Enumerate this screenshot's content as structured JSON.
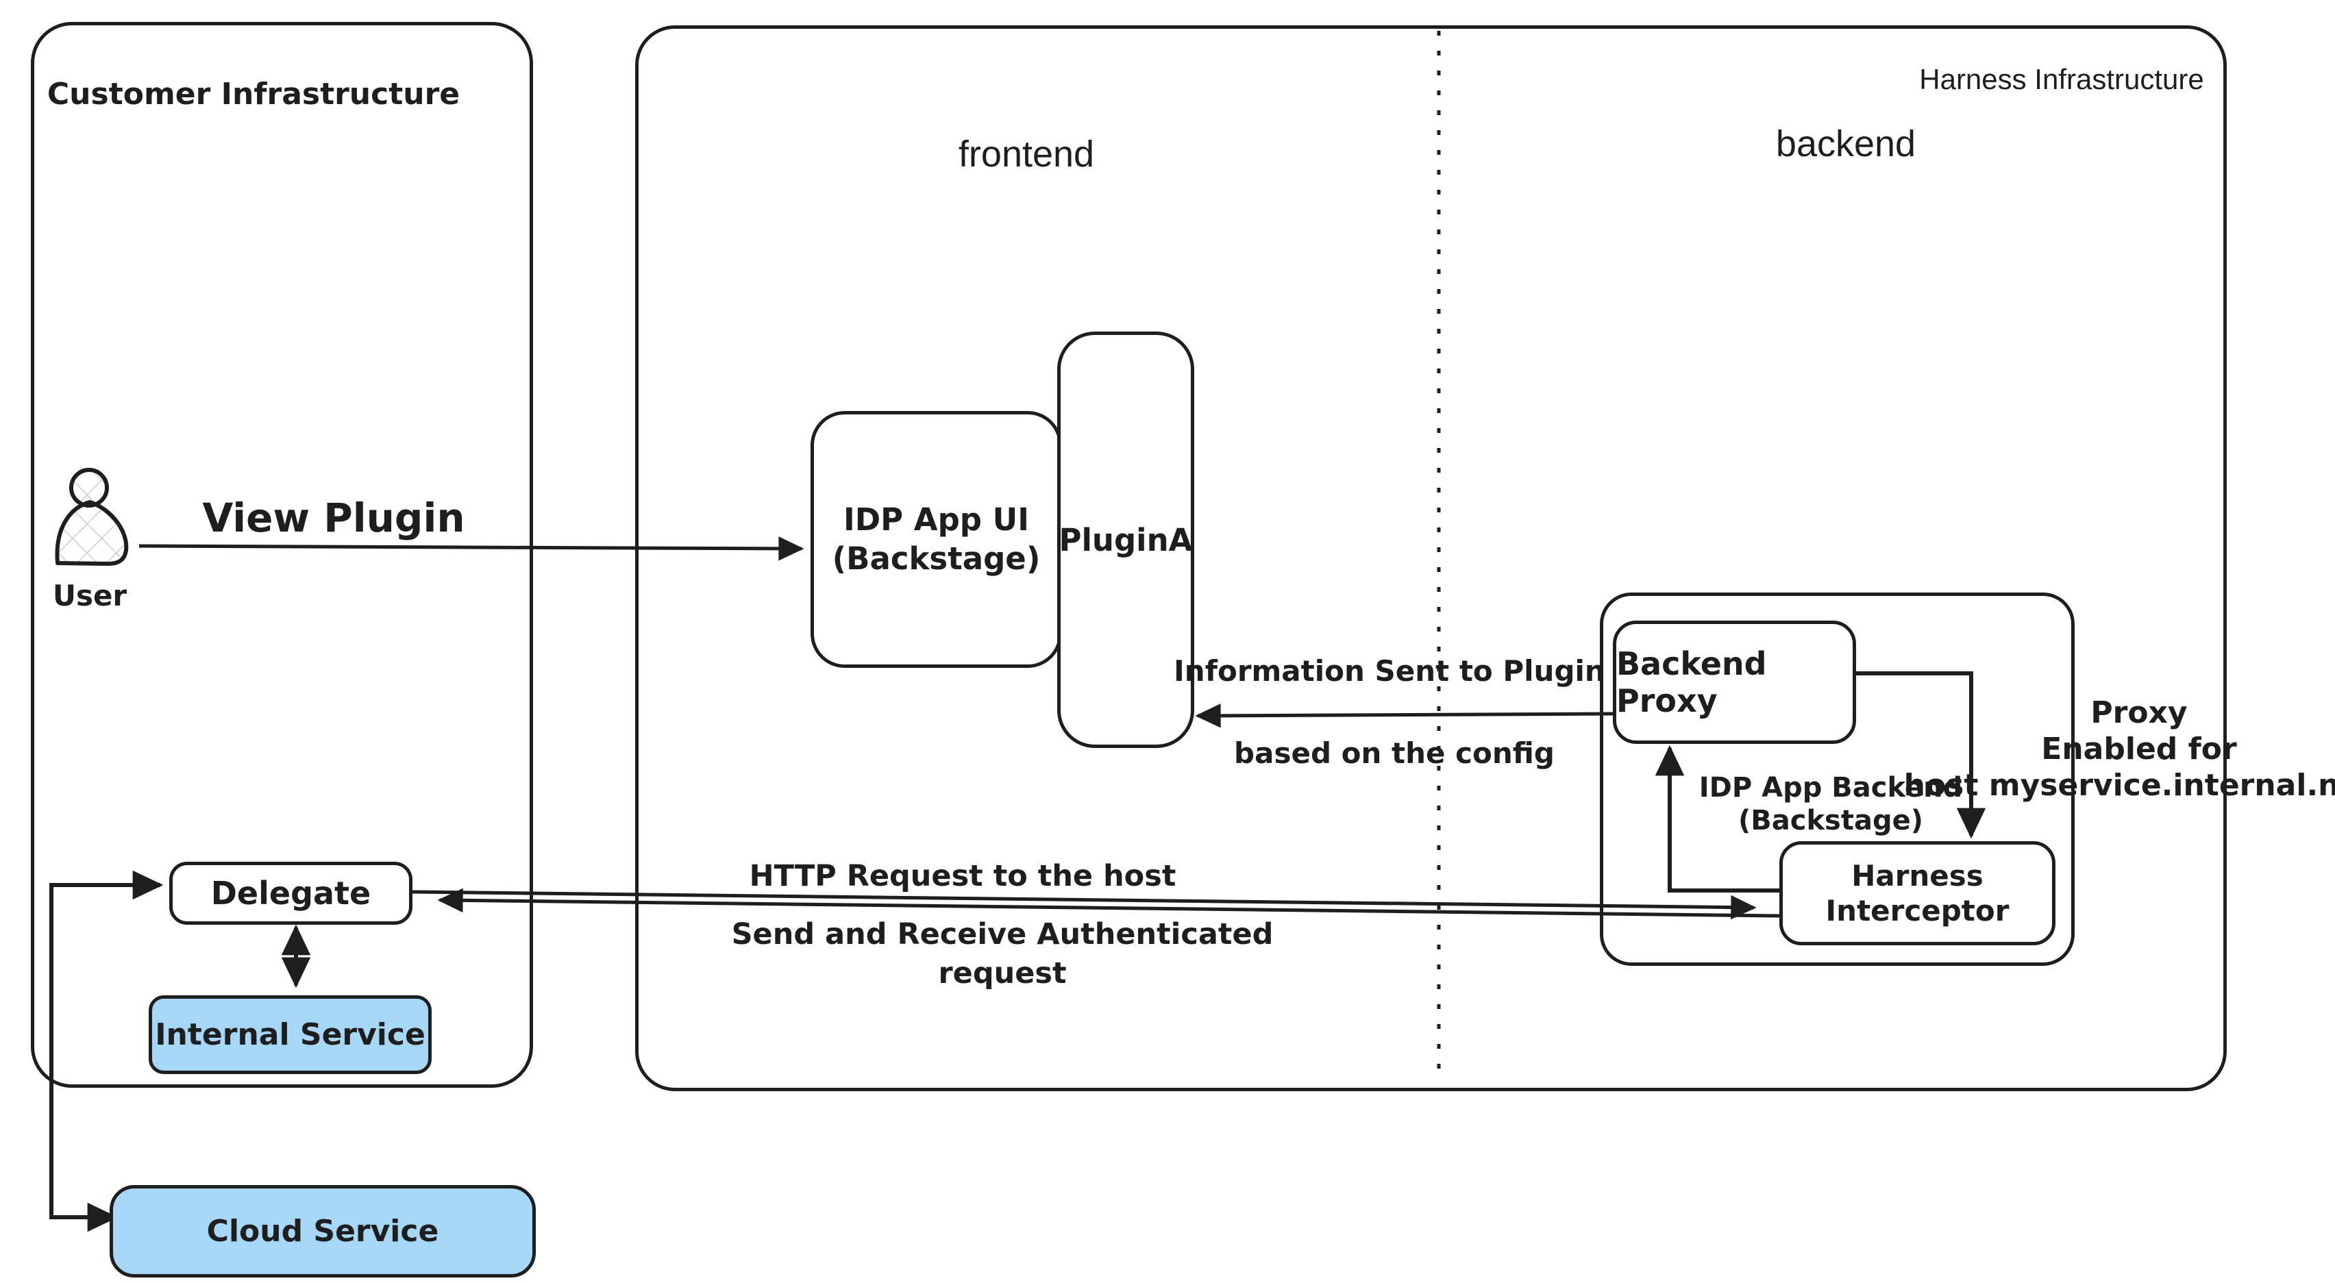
{
  "regions": {
    "customer": {
      "title": "Customer Infrastructure"
    },
    "harness": {
      "title": "Harness Infrastructure",
      "frontend_label": "frontend",
      "backend_label": "backend"
    }
  },
  "nodes": {
    "user": {
      "label": "User"
    },
    "idp_app_ui": {
      "line1": "IDP App UI",
      "line2": "(Backstage)"
    },
    "plugin_a": {
      "label": "PluginA"
    },
    "backend_proxy": {
      "label": "Backend Proxy"
    },
    "harness_interceptor": {
      "line1": "Harness",
      "line2": "Interceptor"
    },
    "delegate": {
      "label": "Delegate"
    },
    "internal_service": {
      "label": "Internal Service"
    },
    "cloud_service": {
      "label": "Cloud Service"
    }
  },
  "edges": {
    "view_plugin": {
      "label": "View Plugin"
    },
    "info_sent": {
      "line1": "Information Sent to Plugin",
      "line2": "based on the config"
    },
    "idp_app_backend": {
      "line1": "IDP App Backend",
      "line2": "(Backstage)"
    },
    "proxy_enabled": {
      "line1": "Proxy",
      "line2": "Enabled for",
      "line3": "host myservice.internal.net"
    },
    "http_request": {
      "label": "HTTP Request to the host"
    },
    "auth_request": {
      "line1": "Send and Receive Authenticated",
      "line2": "request"
    }
  },
  "colors": {
    "stroke": "#1e1e1e",
    "service_fill": "#a7d7f7",
    "hatch": "#c3cfda"
  }
}
